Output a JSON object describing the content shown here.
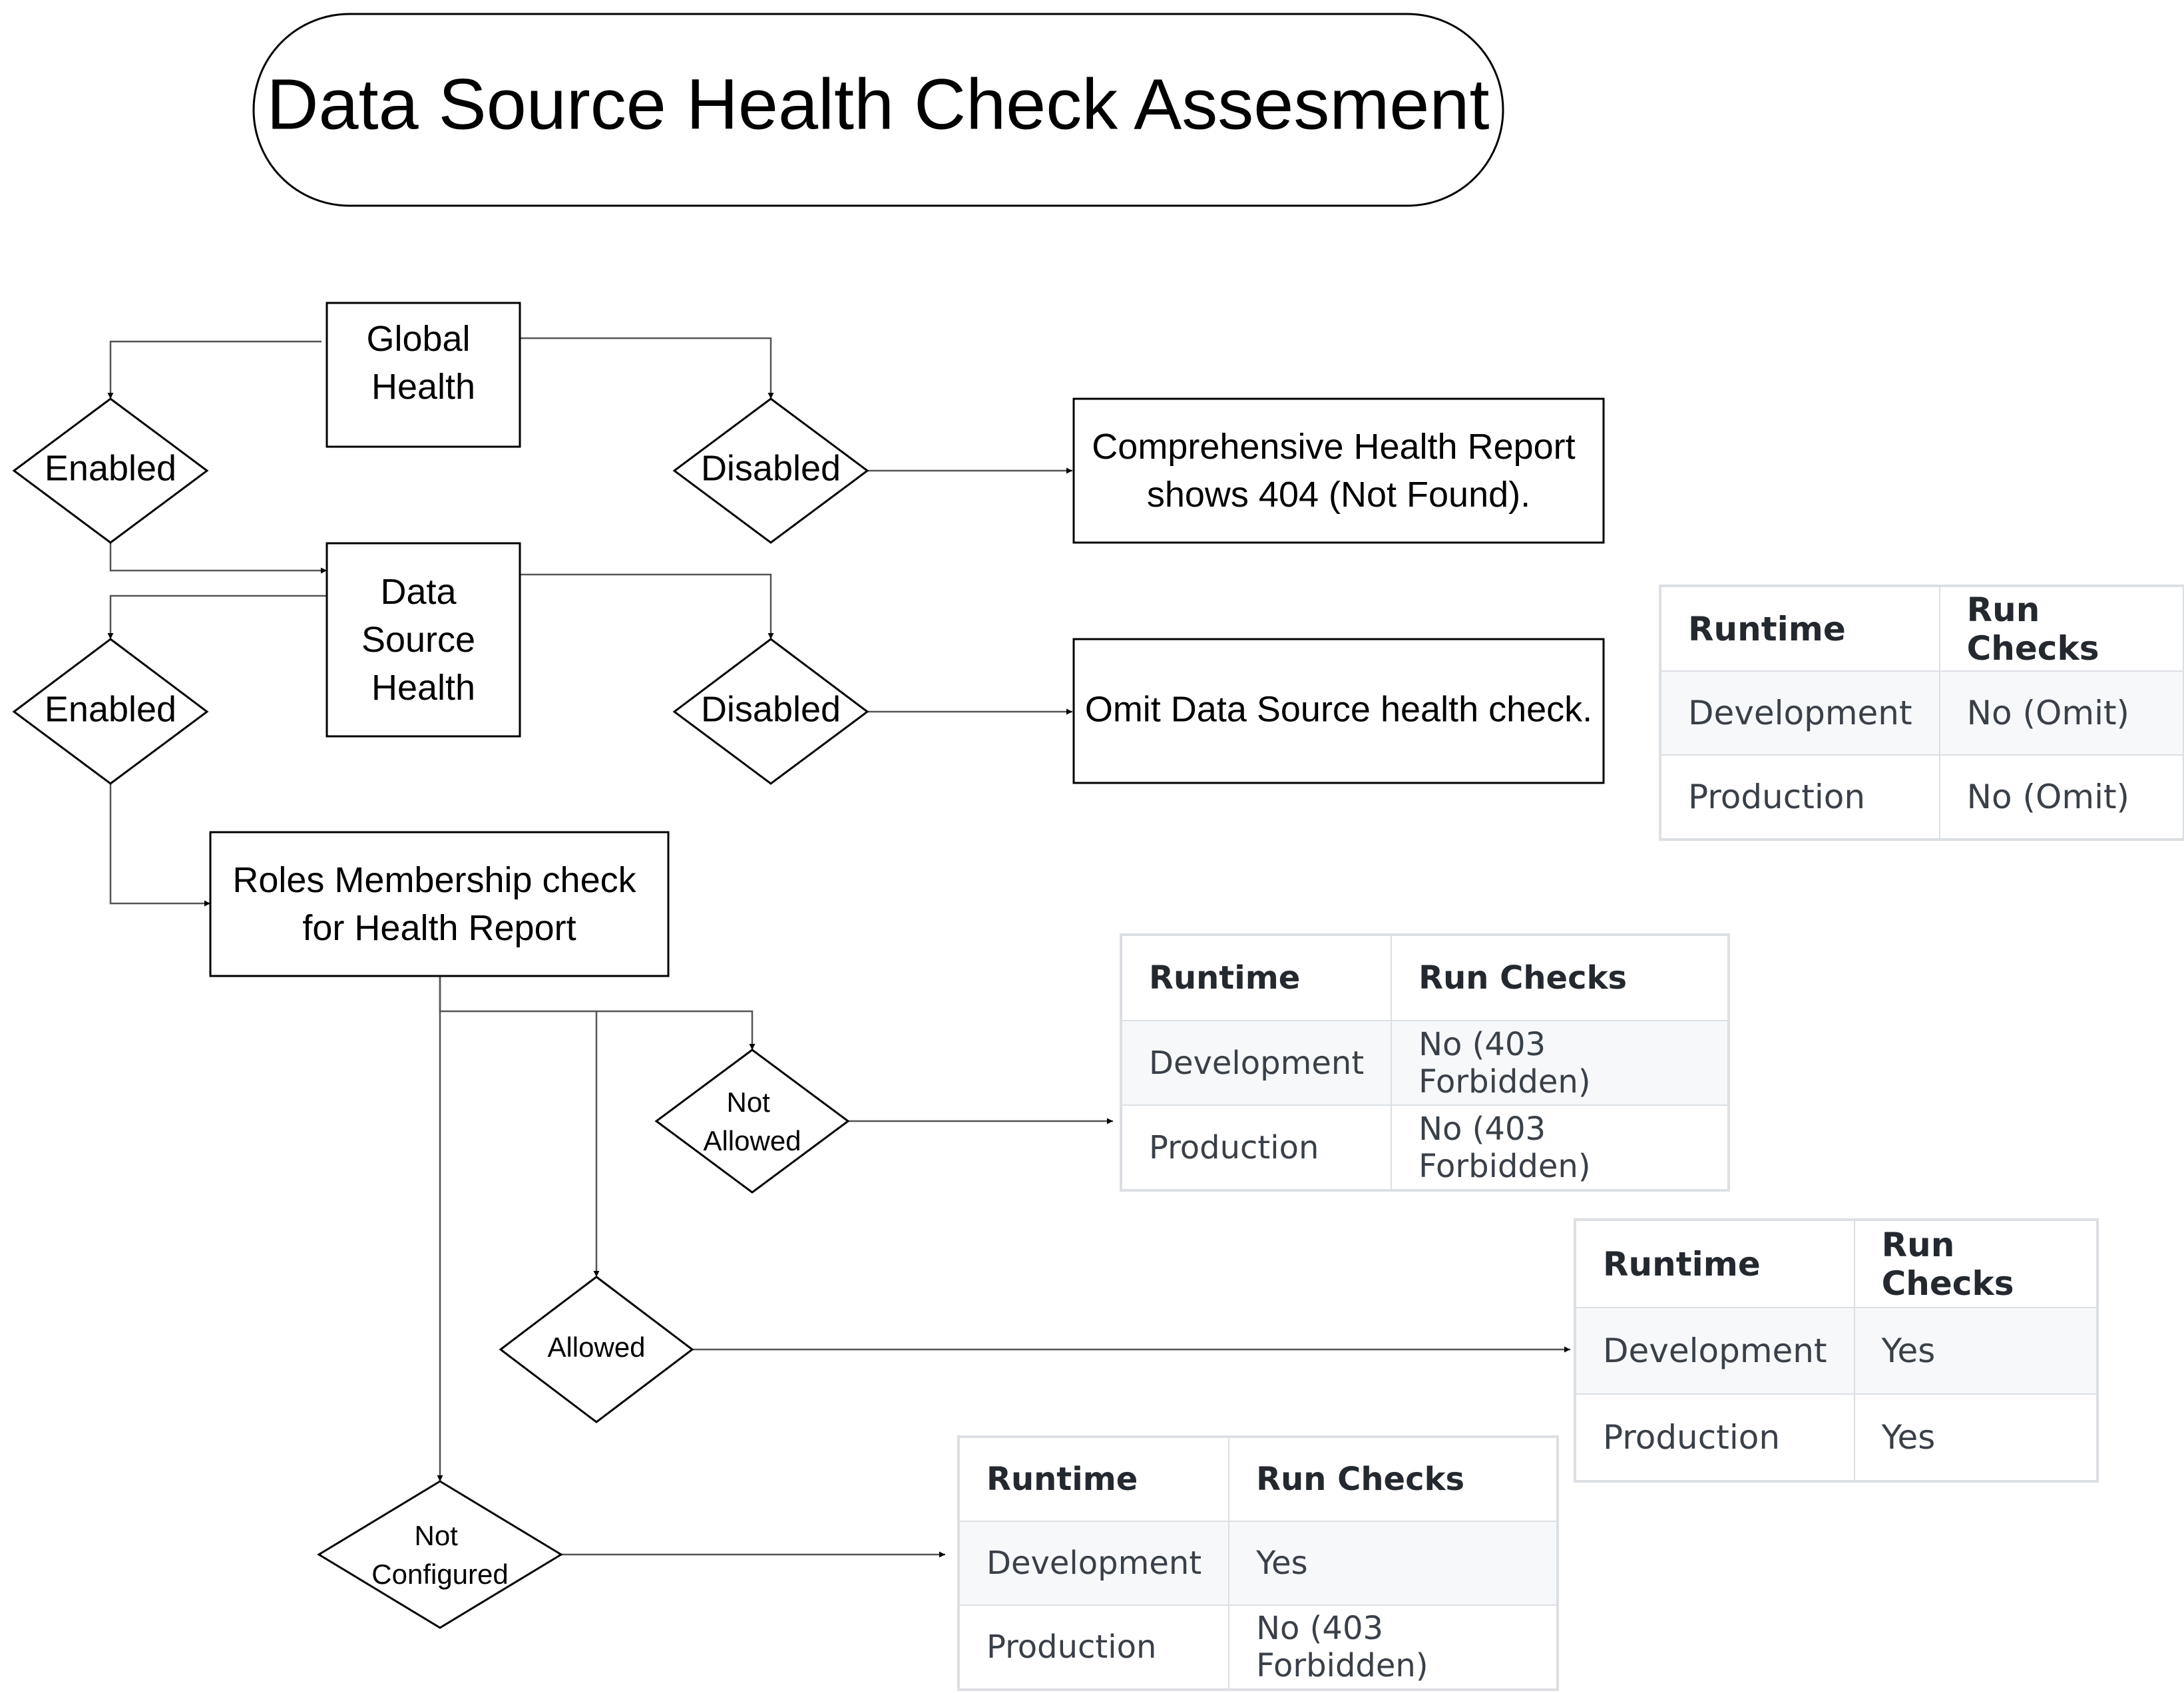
{
  "title": "Data Source Health Check Assesment",
  "nodes": {
    "global_health": "Global Health",
    "data_source_health": "Data Source Health",
    "roles_check": "Roles Membership check for Health Report",
    "report_404": "Comprehensive Health Report shows 404 (Not Found).",
    "omit_check": "Omit Data Source health check."
  },
  "decisions": {
    "global_enabled": "Enabled",
    "global_disabled": "Disabled",
    "ds_enabled": "Enabled",
    "ds_disabled": "Disabled",
    "not_allowed": "Not Allowed",
    "allowed": "Allowed",
    "not_configured": "Not Configured"
  },
  "tables": {
    "omit": {
      "headers": [
        "Runtime",
        "Run Checks"
      ],
      "rows": [
        [
          "Development",
          "No (Omit)"
        ],
        [
          "Production",
          "No (Omit)"
        ]
      ]
    },
    "not_allowed": {
      "headers": [
        "Runtime",
        "Run Checks"
      ],
      "rows": [
        [
          "Development",
          "No (403 Forbidden)"
        ],
        [
          "Production",
          "No (403 Forbidden)"
        ]
      ]
    },
    "allowed": {
      "headers": [
        "Runtime",
        "Run Checks"
      ],
      "rows": [
        [
          "Development",
          "Yes"
        ],
        [
          "Production",
          "Yes"
        ]
      ]
    },
    "not_configured": {
      "headers": [
        "Runtime",
        "Run Checks"
      ],
      "rows": [
        [
          "Development",
          "Yes"
        ],
        [
          "Production",
          "No (403 Forbidden)"
        ]
      ]
    }
  },
  "colors": {
    "line": "#555555",
    "table_border": "#dcdfe3",
    "table_stripe": "#f6f8fa"
  }
}
